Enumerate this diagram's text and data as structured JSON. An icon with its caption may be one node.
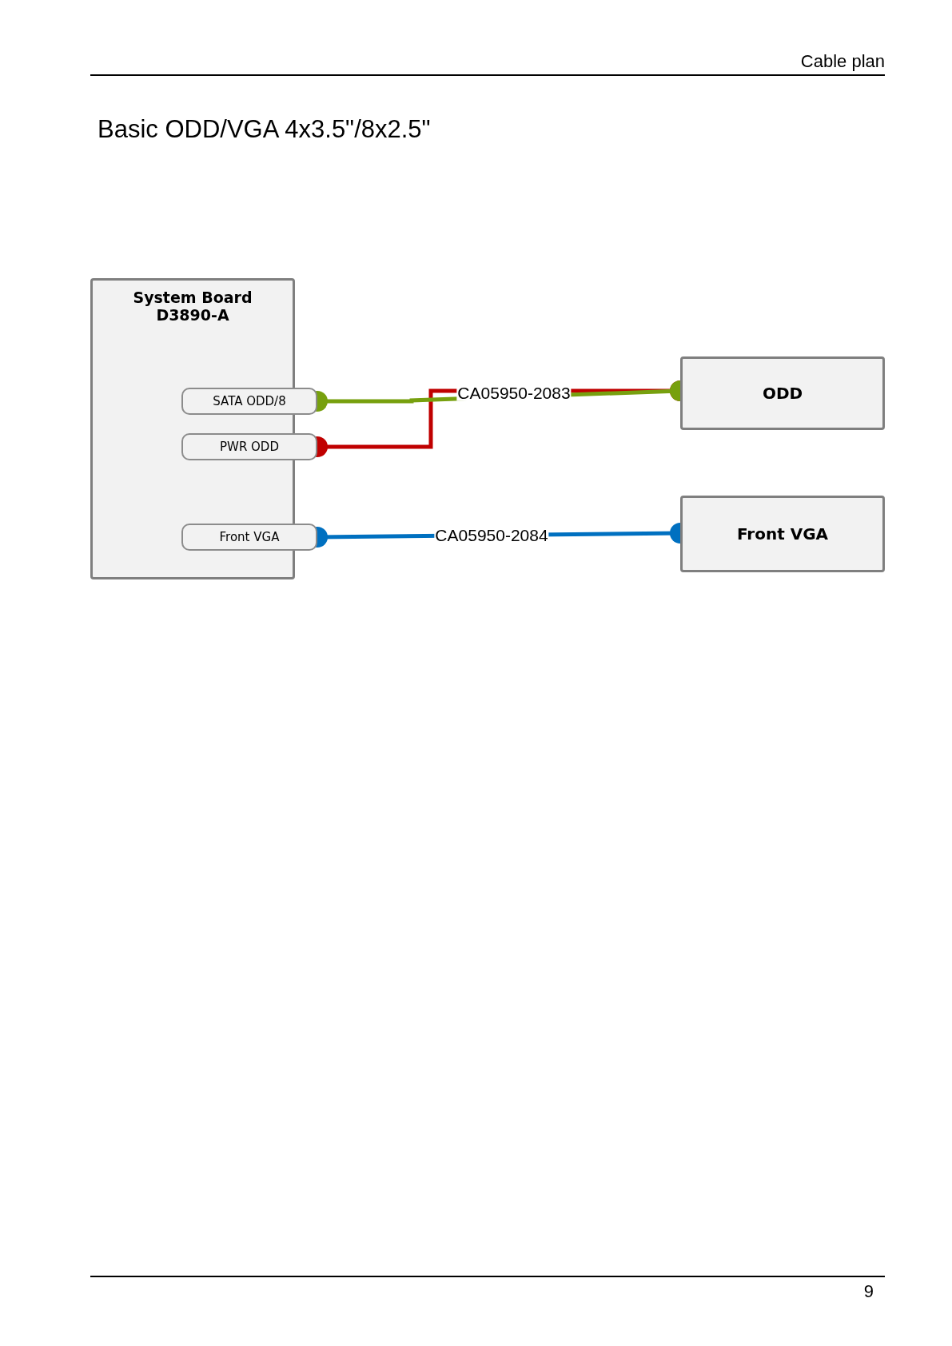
{
  "diagram": {
    "title": "Basic ODD/VGA 4x3.5\"/8x2.5\"",
    "nodes": [
      {
        "text": [
          "System Board D3890-A"
        ]
      },
      {
        "text": [
          "SATA ODD/8"
        ]
      },
      {
        "text": [
          "PWR ODD"
        ]
      },
      {
        "text": [
          "Front VGA"
        ]
      },
      {
        "text": [
          "ODD"
        ]
      },
      {
        "text": [
          "Front VGA"
        ]
      }
    ],
    "edges": [
      {
        "from": 1,
        "to": 4,
        "arrow": "other",
        "label": "CA05950-2083",
        "color": "#77a00e"
      },
      {
        "from": 2,
        "to": 4,
        "arrow": "other",
        "color": "#c00000"
      },
      {
        "from": 3,
        "to": 5,
        "arrow": "other",
        "label": "CA05950-2084",
        "color": "#0070c0"
      }
    ],
    "labels": [
      "Cable plan",
      "9"
    ]
  }
}
